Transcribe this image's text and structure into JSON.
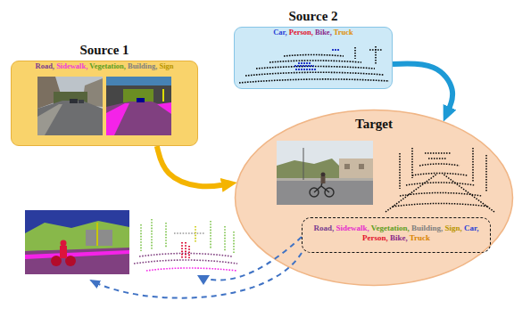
{
  "diagram": {
    "nodes": [
      {
        "text": [
          "Source 1",
          "Road, Sidewalk, Vegetation, Building, Sign"
        ]
      },
      {
        "text": [
          "Source 2",
          "Car, Person, Bike, Truck"
        ]
      },
      {
        "text": [
          "Target"
        ]
      },
      {
        "text": [
          "Road, Sidewalk, Vegetation, Building, Sign, Car, Person, Bike, Truck"
        ],
        "in": 2
      }
    ],
    "edges": [
      {
        "from": 0,
        "to": 2,
        "arrow": "to"
      },
      {
        "from": 1,
        "to": 2,
        "arrow": "to"
      }
    ]
  }
}
